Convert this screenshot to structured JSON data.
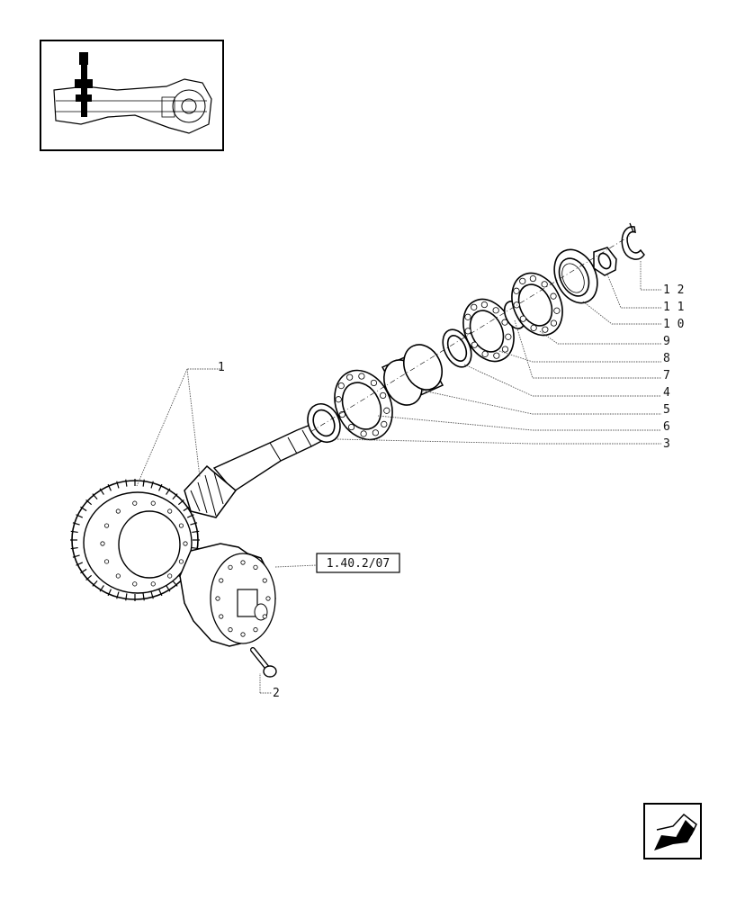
{
  "reference_box": {
    "text": "1.40.2/07"
  },
  "callouts": [
    {
      "id": "1",
      "text": "1"
    },
    {
      "id": "2",
      "text": "2"
    },
    {
      "id": "3",
      "text": "3"
    },
    {
      "id": "4",
      "text": "4"
    },
    {
      "id": "5",
      "text": "5"
    },
    {
      "id": "6",
      "text": "6"
    },
    {
      "id": "7",
      "text": "7"
    },
    {
      "id": "8",
      "text": "8"
    },
    {
      "id": "9",
      "text": "9"
    },
    {
      "id": "10",
      "text": "1 0"
    },
    {
      "id": "11",
      "text": "1 1"
    },
    {
      "id": "12",
      "text": "1 2"
    }
  ],
  "icons": {
    "thumbnail": "axle-assembly-thumbnail-icon",
    "navigation": "next-page-arrow-icon"
  }
}
